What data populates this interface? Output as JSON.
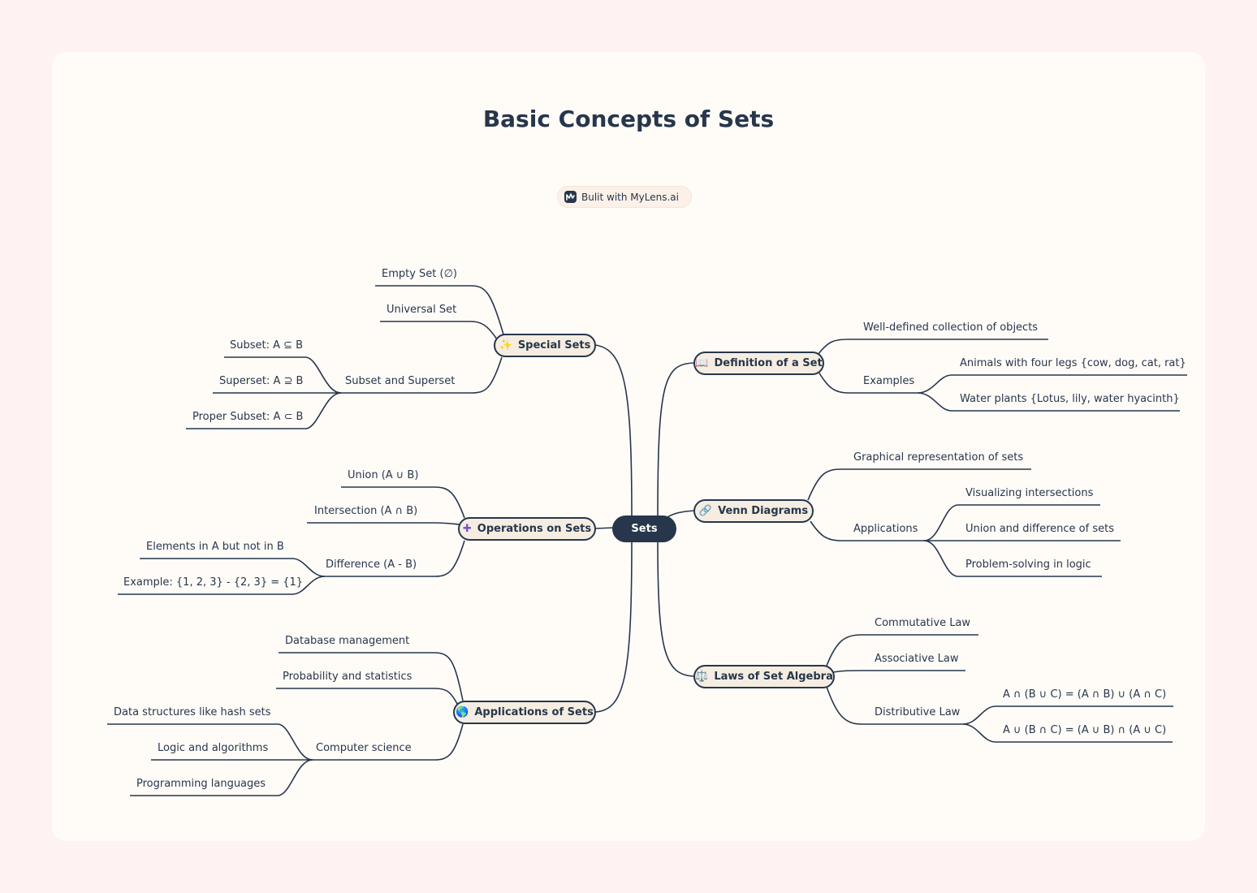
{
  "title": "Basic Concepts of Sets",
  "badge": {
    "text": "Bulit with MyLens.ai",
    "icon": "mylens-logo-icon"
  },
  "colors": {
    "background": "#fff2f2",
    "card": "#fffcf8",
    "line": "#27364b",
    "branch_fill": "#f5ede1",
    "root_fill": "#27364b"
  },
  "root": "Sets",
  "branches": {
    "special": {
      "label": "Special Sets",
      "icon": "✨"
    },
    "operations": {
      "label": "Operations on Sets",
      "icon": "➕"
    },
    "applications": {
      "label": "Applications of Sets",
      "icon": "🌎"
    },
    "definition": {
      "label": "Definition of a Set",
      "icon": "📖"
    },
    "venn": {
      "label": "Venn Diagrams",
      "icon": "🔗"
    },
    "laws": {
      "label": "Laws of Set Algebra",
      "icon": "⚖️"
    }
  },
  "special": {
    "empty": "Empty Set (∅)",
    "universal": "Universal Set",
    "subset_superset": "Subset and Superset",
    "subset": "Subset: A ⊆ B",
    "superset": "Superset: A ⊇ B",
    "proper": "Proper Subset: A ⊂ B"
  },
  "operations": {
    "union": "Union (A ∪ B)",
    "intersection": "Intersection (A ∩ B)",
    "difference": "Difference (A - B)",
    "diff_desc": "Elements in A but not in B",
    "diff_example": "Example: {1, 2, 3} - {2, 3} = {1}"
  },
  "applications": {
    "database": "Database management",
    "probability": "Probability and statistics",
    "cs": "Computer science",
    "hash": "Data structures like hash sets",
    "logic": "Logic and algorithms",
    "programming": "Programming languages"
  },
  "definition": {
    "well_defined": "Well-defined collection of objects",
    "examples": "Examples",
    "animals": "Animals with four legs {cow, dog, cat, rat}",
    "plants": "Water plants {Lotus, lily, water hyacinth}"
  },
  "venn": {
    "graphical": "Graphical representation of sets",
    "applications": "Applications",
    "intersections": "Visualizing intersections",
    "union_diff": "Union and difference of sets",
    "problem": "Problem-solving in logic"
  },
  "laws": {
    "commutative": "Commutative Law",
    "associative": "Associative Law",
    "distributive": "Distributive Law",
    "dist1": "A ∩ (B ∪ C) = (A ∩ B) ∪ (A ∩ C)",
    "dist2": "A ∪ (B ∩ C) = (A ∪ B) ∩ (A ∪ C)"
  }
}
